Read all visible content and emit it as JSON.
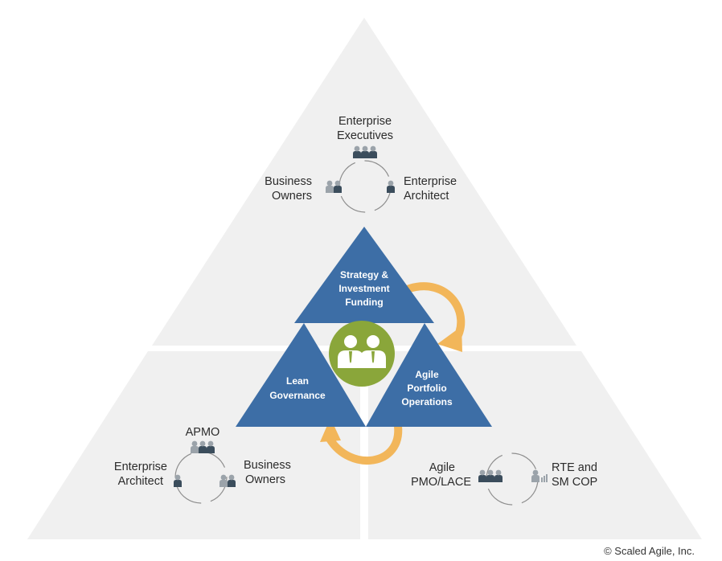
{
  "top_group": {
    "roles": [
      {
        "lines": [
          "Enterprise",
          "Executives"
        ],
        "icon": "executives-group-icon"
      },
      {
        "lines": [
          "Business",
          "Owners"
        ],
        "icon": "business-owners-icon"
      },
      {
        "lines": [
          "Enterprise",
          "Architect"
        ],
        "icon": "architect-icon"
      }
    ]
  },
  "left_group": {
    "roles": [
      {
        "lines": [
          "APMO"
        ],
        "icon": "apmo-group-icon"
      },
      {
        "lines": [
          "Enterprise",
          "Architect"
        ],
        "icon": "architect-icon"
      },
      {
        "lines": [
          "Business",
          "Owners"
        ],
        "icon": "business-owners-icon"
      }
    ]
  },
  "right_group": {
    "roles": [
      {
        "lines": [
          "Agile",
          "PMO/LACE"
        ],
        "icon": "pmo-group-icon"
      },
      {
        "lines": [
          "RTE and",
          "SM COP"
        ],
        "icon": "rte-icon"
      }
    ]
  },
  "core": {
    "strategy": [
      "Strategy &",
      "Investment",
      "Funding"
    ],
    "governance": [
      "Lean",
      "Governance"
    ],
    "operations": [
      "Agile",
      "Portfolio",
      "Operations"
    ],
    "center_icon": "people-icon"
  },
  "copyright": "© Scaled Agile, Inc.",
  "colors": {
    "background_triangle": "#f0f0f0",
    "core_blue": "#3d6ea6",
    "center_green": "#8aa63a",
    "arrow_orange": "#f2b65a",
    "person_dark": "#3b4d5c",
    "person_grey": "#9ba3aa"
  }
}
